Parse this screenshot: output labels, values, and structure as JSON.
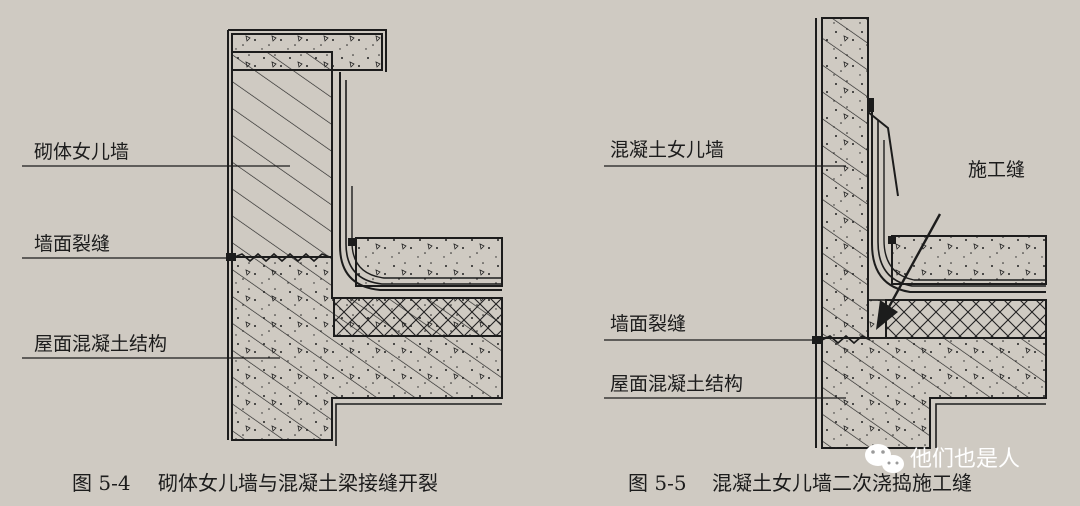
{
  "figure_left": {
    "labels": {
      "wall": "砌体女儿墙",
      "crack": "墙面裂缝",
      "roof": "屋面混凝土结构"
    },
    "caption": {
      "number": "图 5-4",
      "title": "砌体女儿墙与混凝土梁接缝开裂"
    }
  },
  "figure_right": {
    "labels": {
      "wall": "混凝土女儿墙",
      "joint": "施工缝",
      "crack": "墙面裂缝",
      "roof": "屋面混凝土结构"
    },
    "caption": {
      "number": "图 5-5",
      "title": "混凝土女儿墙二次浇捣施工缝"
    }
  },
  "watermark": {
    "icon": "wechat-icon",
    "text": "他们也是人"
  },
  "colors": {
    "paper": "#cfcac2",
    "ink": "#1c1c1c"
  }
}
